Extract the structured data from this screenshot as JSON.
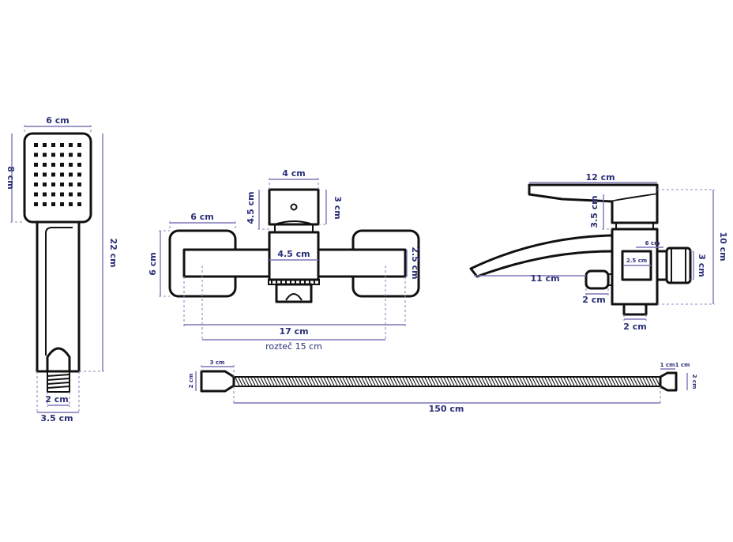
{
  "colors": {
    "outline": "#111111",
    "dimension": "#7b76b8",
    "label": "#2a2f77",
    "background": "#ffffff"
  },
  "shower_head": {
    "width": "6 cm",
    "head_height": "8 cm",
    "total_length": "22 cm",
    "thread": "2 cm",
    "handle_width": "3.5 cm"
  },
  "wall_mixer": {
    "knob_width": "4 cm",
    "knob_height_total": "4.5 cm",
    "knob_height": "3 cm",
    "rosette_width": "6 cm",
    "rosette_height": "6 cm",
    "body_center": "4.5 cm",
    "body_height": "2.5 cm",
    "total_width": "17 cm",
    "spacing": "rozteč 15 cm"
  },
  "side_view": {
    "lever_length": "12 cm",
    "lever_height": "3.5 cm",
    "total_height": "10 cm",
    "connector": "6 cm",
    "inner": "2.5 cm",
    "connector_height": "3 cm",
    "spout": "11 cm",
    "diverter": "2 cm",
    "outlet": "2 cm"
  },
  "hose": {
    "end_left_length": "3 cm",
    "end_left_diameter": "2 cm",
    "end_right_length": "1 cm",
    "end_right_cap": "1 cm",
    "end_right_diameter": "2 cm",
    "length": "150 cm"
  }
}
